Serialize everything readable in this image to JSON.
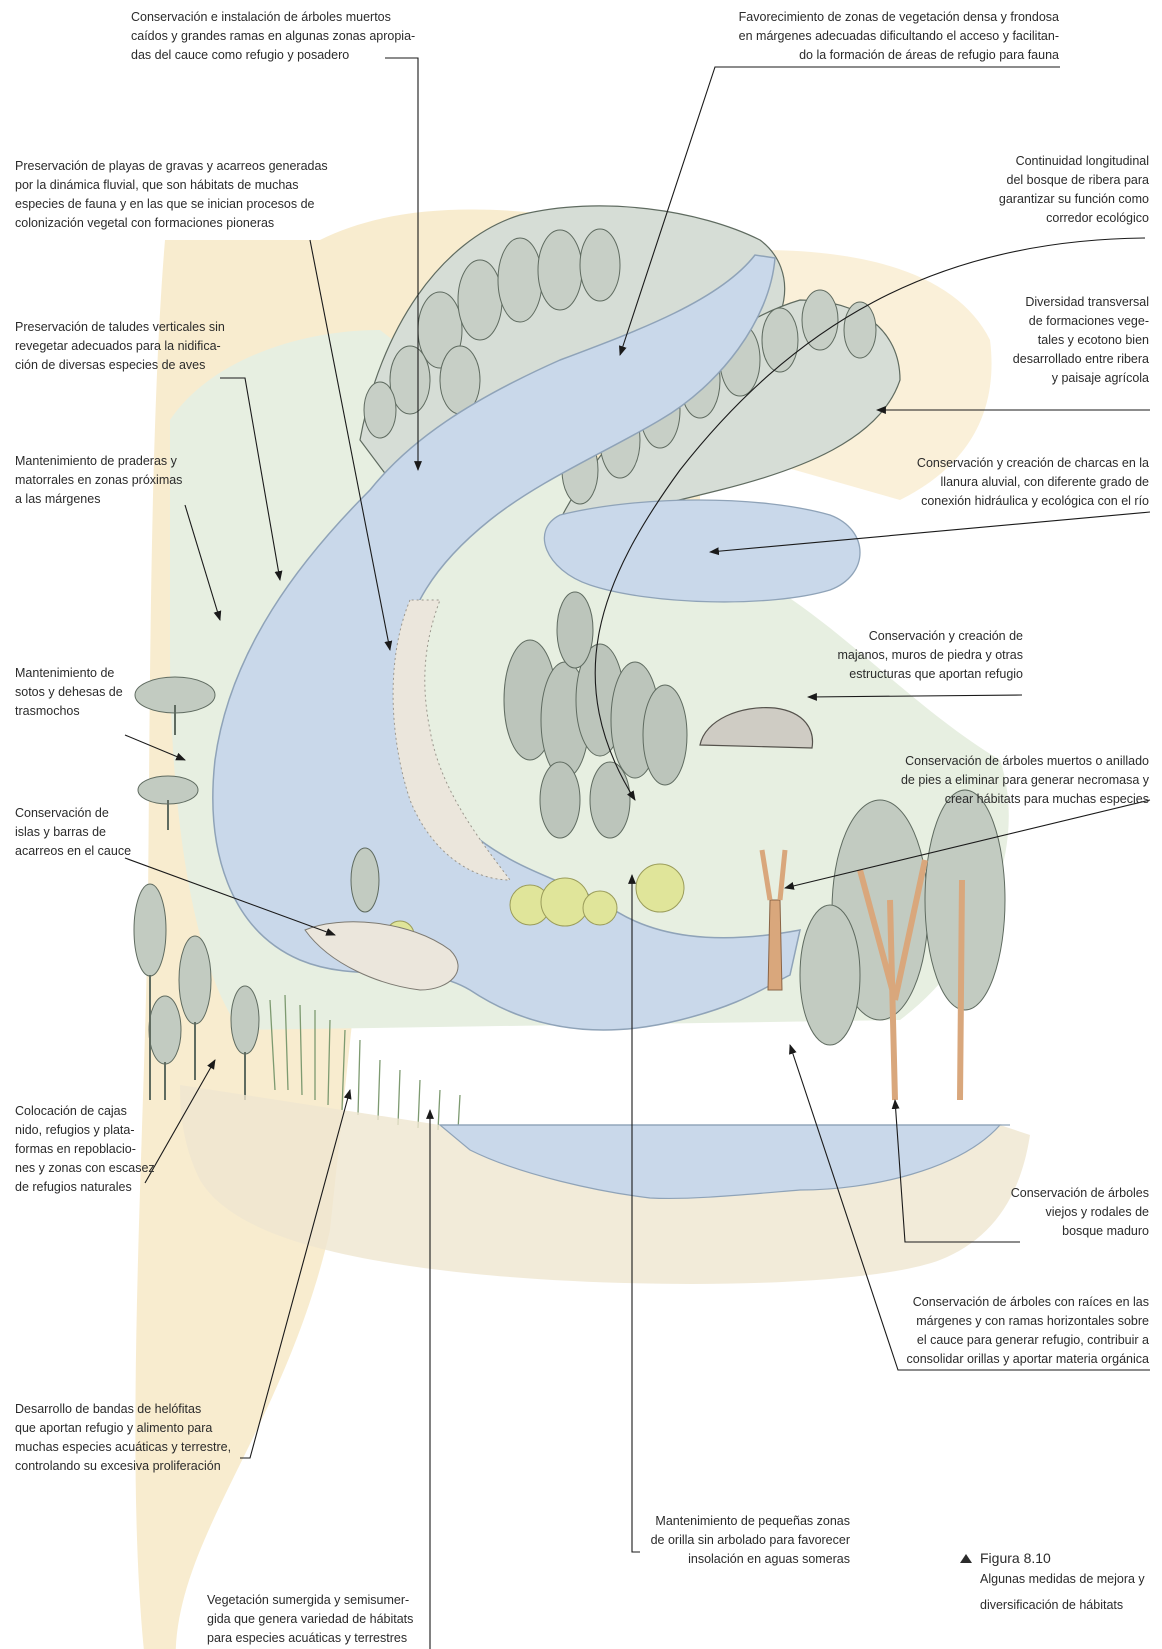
{
  "callouts": [
    {
      "id": "dead-trees-channel",
      "align": "l",
      "lines": [
        "Conservación e instalación de árboles muertos",
        "caídos y grandes ramas en algunas zonas apropia-",
        "das del cauce como refugio y posadero"
      ]
    },
    {
      "id": "dense-vegetation",
      "align": "r",
      "lines": [
        "Favorecimiento de zonas de vegetación densa y frondosa",
        "en márgenes adecuadas dificultando el acceso y facilitan-",
        "do la formación de áreas de refugio para fauna"
      ]
    },
    {
      "id": "gravel-beaches",
      "align": "l",
      "lines": [
        "Preservación de playas de gravas y acarreos generadas",
        "por la dinámica fluvial, que son hábitats de muchas",
        "especies de fauna y en las que se inician procesos de",
        "colonización vegetal con formaciones pioneras"
      ]
    },
    {
      "id": "longitudinal-continuity",
      "align": "r",
      "lines": [
        "Continuidad longitudinal",
        "del bosque de ribera para",
        "garantizar su función como",
        "corredor ecológico"
      ]
    },
    {
      "id": "vertical-slopes",
      "align": "l",
      "lines": [
        "Preservación de taludes verticales sin",
        "revegetar adecuados para la nidifica-",
        "ción de diversas especies de aves"
      ]
    },
    {
      "id": "transversal-diversity",
      "align": "r",
      "lines": [
        "Diversidad transversal",
        "de formaciones vege-",
        "tales y ecotono bien",
        "desarrollado entre ribera",
        "y paisaje agrícola"
      ]
    },
    {
      "id": "meadows-scrub",
      "align": "l",
      "lines": [
        "Mantenimiento de praderas y",
        "matorrales en zonas próximas",
        "a las márgenes"
      ]
    },
    {
      "id": "ponds",
      "align": "r",
      "lines": [
        "Conservación y creación de charcas en la",
        "llanura aluvial, con diferente grado de",
        "conexión hidráulica y ecológica con el río"
      ]
    },
    {
      "id": "stone-structures",
      "align": "r",
      "lines": [
        "Conservación y creación de",
        "majanos, muros de piedra y otras",
        "estructuras que aportan refugio"
      ]
    },
    {
      "id": "groves-pastures",
      "align": "l",
      "lines": [
        "Mantenimiento de",
        "sotos y dehesas de",
        "trasmochos"
      ]
    },
    {
      "id": "dead-standing-trees",
      "align": "r",
      "lines": [
        "Conservación de árboles muertos o anillado",
        "de pies a eliminar para generar necromasa y",
        "crear hábitats para muchas especies"
      ]
    },
    {
      "id": "islands-bars",
      "align": "l",
      "lines": [
        "Conservación de",
        "islas y barras de",
        "acarreos en el cauce"
      ]
    },
    {
      "id": "nest-boxes",
      "align": "l",
      "lines": [
        "Colocación de cajas",
        "nido, refugios y plata-",
        "formas en repoblacio-",
        "nes y zonas con escasez",
        "de refugios naturales"
      ]
    },
    {
      "id": "old-trees",
      "align": "r",
      "lines": [
        "Conservación de árboles",
        "viejos y rodales de",
        "bosque maduro"
      ]
    },
    {
      "id": "root-trees",
      "align": "r",
      "lines": [
        "Conservación de árboles con raíces en las",
        "márgenes y con ramas horizontales sobre",
        "el cauce para generar refugio, contribuir a",
        "consolidar orillas y aportar materia orgánica"
      ]
    },
    {
      "id": "helophytes",
      "align": "l",
      "lines": [
        "Desarrollo de bandas de helófitas",
        "que aportan refugio y alimento para",
        "muchas especies acuáticas y terrestre,",
        "controlando su excesiva proliferación"
      ]
    },
    {
      "id": "unwooded-shore",
      "align": "r",
      "lines": [
        "Mantenimiento de pequeñas zonas",
        "de orilla sin arbolado para favorecer",
        "insolación en aguas someras"
      ]
    },
    {
      "id": "submerged-vegetation",
      "align": "l",
      "lines": [
        "Vegetación sumergida y semisumer-",
        "gida que genera variedad de hábitats",
        "para especies acuáticas y terrestres"
      ]
    }
  ],
  "figure": {
    "label": "Figura 8.10",
    "caption_lines": [
      "Algunas medidas de mejora y",
      "diversificación de hábitats"
    ]
  },
  "colors": {
    "water": "#c9d8ea",
    "water_edge": "#8fa3b8",
    "riparian": "#d6ddd6",
    "tree": "#b9c2b8",
    "tree_line": "#5f6b60",
    "meadow": "#e7efe1",
    "sand": "#f6e6bf",
    "soil": "#efe6cf",
    "shrub": "#e0e59a",
    "trunk": "#d9a77c",
    "line": "#1a1a1a"
  }
}
